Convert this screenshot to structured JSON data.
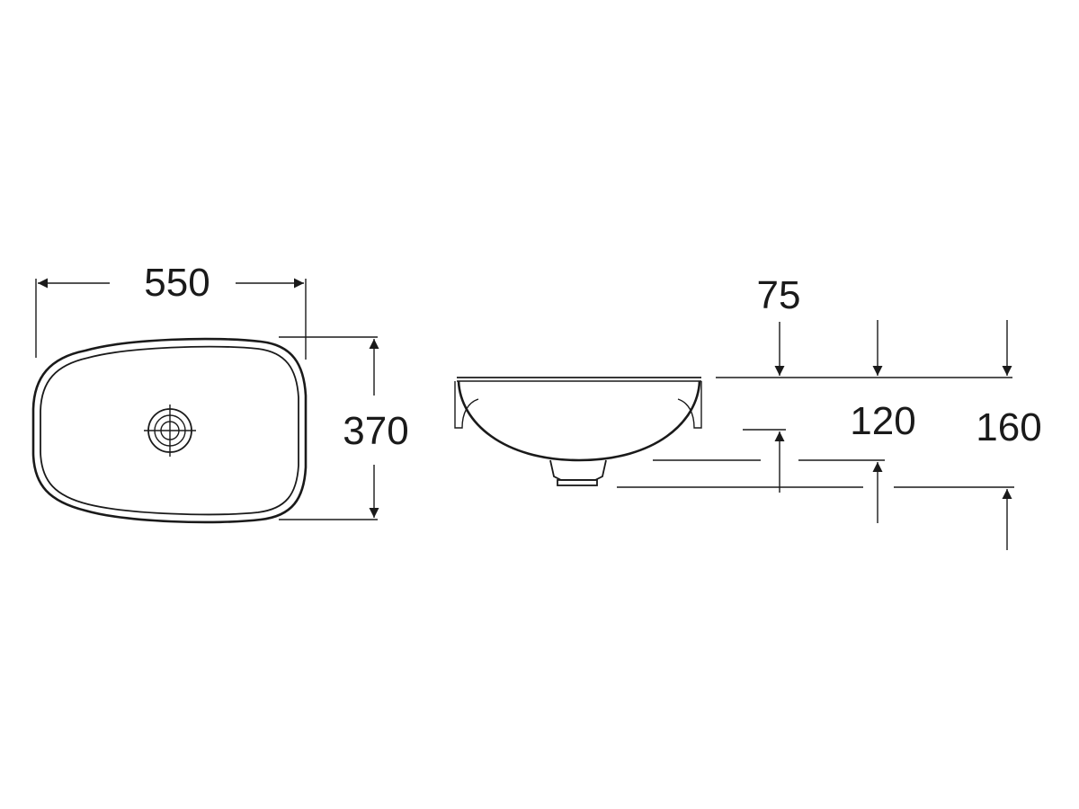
{
  "diagram": {
    "colors": {
      "line": "#1a1a1a",
      "background": "#ffffff"
    },
    "plan_view": {
      "width_label": "550",
      "depth_label": "370"
    },
    "side_view": {
      "rim_thickness_label": "75",
      "bowl_height_label": "120",
      "overall_height_label": "160"
    }
  }
}
